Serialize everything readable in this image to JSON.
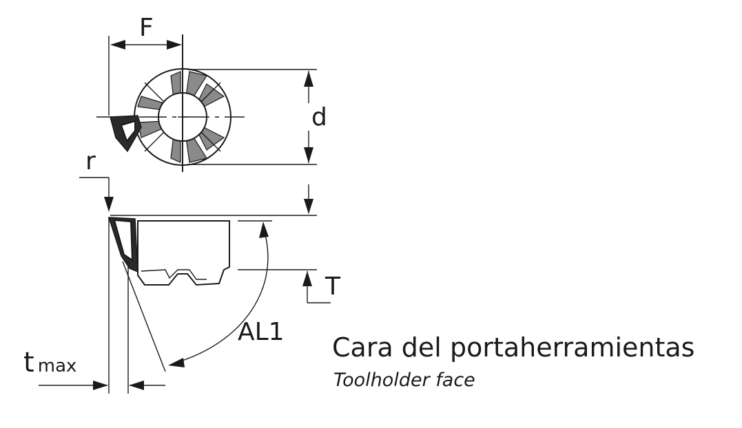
{
  "labels": {
    "F": "F",
    "d": "d",
    "r": "r",
    "T": "T",
    "AL1": "AL1",
    "t": "t",
    "max": "max"
  },
  "caption": {
    "main": "Cara del portaherramientas",
    "sub": "Toolholder face"
  },
  "colors": {
    "ink": "#1a1a1a",
    "background": "#ffffff"
  }
}
